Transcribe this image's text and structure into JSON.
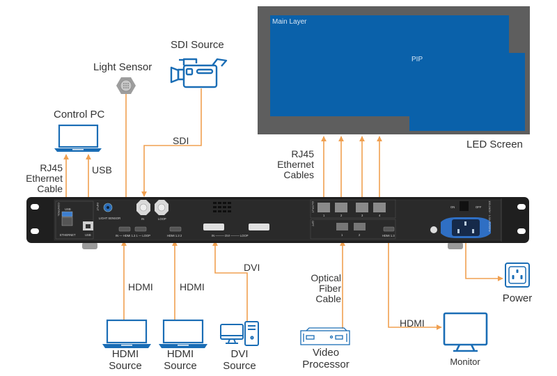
{
  "led_screen": {
    "title": "LED Screen",
    "main_layer_label": "Main Layer",
    "pip_label": "PIP",
    "colors": {
      "bezel": "#5e5e5e",
      "layer": "#0a61aa"
    }
  },
  "sources": {
    "light_sensor": "Light Sensor",
    "sdi_source": "SDI Source",
    "control_pc": "Control PC",
    "hdmi_source_1": "HDMI\nSource",
    "hdmi_source_2": "HDMI\nSource",
    "dvi_source": "DVI\nSource",
    "video_processor": "Video\nProcessor",
    "monitor": "Monitor",
    "power": "Power"
  },
  "cables": {
    "sdi": "SDI",
    "rj45_ethernet_cable": "RJ45\nEthernet\nCable",
    "usb": "USB",
    "rj45_ethernet_cables": "RJ45\nEthernet\nCables",
    "hdmi_1": "HDMI",
    "hdmi_2": "HDMI",
    "dvi": "DVI",
    "optical_fiber_cable": "Optical\nFiber\nCable",
    "hdmi_monitor": "HDMI"
  },
  "device_panel": {
    "control_section": "CONTROL",
    "usb_label": "USB",
    "ethernet_label": "ETHERNET",
    "usb_b_label": "USB",
    "input_section": "INPUT",
    "light_sensor_port": "LIGHT SENSOR",
    "sdi_in": "IN",
    "sdi_loop": "LOOP",
    "sdi_group": "3G-SDI",
    "hdmi1_label": "IN — HDMI 1.3 1 — LOOP",
    "hdmi2_label": "HDMI 1.3 2",
    "dvi_label": "IN ——— DVI ——— LOOP",
    "output_section": "OUTPUT",
    "output_ports": [
      "1",
      "2",
      "3",
      "4"
    ],
    "opt_section": "OPT",
    "opt_ports": [
      "1",
      "2"
    ],
    "hdmi_out_label": "HDMI 1.3",
    "switch_on": "ON",
    "switch_off": "OFF",
    "power_rating": "100-240V~ 1.5A 50/60Hz"
  },
  "colors": {
    "cable": "#f0a050",
    "icon_blue": "#1a6db5",
    "device_body": "#1e1e1e"
  }
}
